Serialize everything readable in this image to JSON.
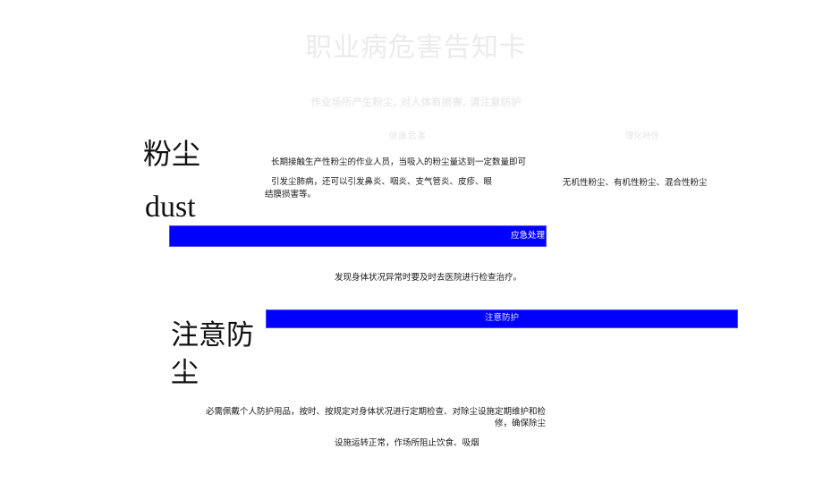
{
  "card": {
    "title": "职业病危害告知卡",
    "subtitle": "作业场所产生粉尘, 对人体有损害, 请注意防护"
  },
  "hazard": {
    "name_cn": "粉尘",
    "name_en": "dust"
  },
  "columns": {
    "health_hazard_header": "健康危害",
    "physchem_header": "理化特性"
  },
  "health_hazard": {
    "line1": "长期接触生产性粉尘的作业人员，当吸入的粉尘量达到一定数量即可",
    "line2": "引发尘肺病，还可以引发鼻炎、咽炎、支气管炎、皮疹、眼",
    "line3": "结膜损害等。"
  },
  "physchem": {
    "text": "无机性粉尘、有机性粉尘、混合性粉尘"
  },
  "emergency": {
    "bar_label": "应急处理",
    "text": "发现身体状况异常时要及时去医院进行检查治疗。"
  },
  "protection": {
    "bar_label": "注意防护",
    "big_label": "注意防尘",
    "line1": "必需佩戴个人防护用品，按时、按规定对身体状况进行定期检查、对除尘设施定期维护和检",
    "line2": "修，确保除尘",
    "line3": "设施运转正常，作场所阻止饮食、吸烟"
  },
  "colors": {
    "bar": "#0000ff",
    "title": "#ebebeb",
    "text": "#111111"
  }
}
